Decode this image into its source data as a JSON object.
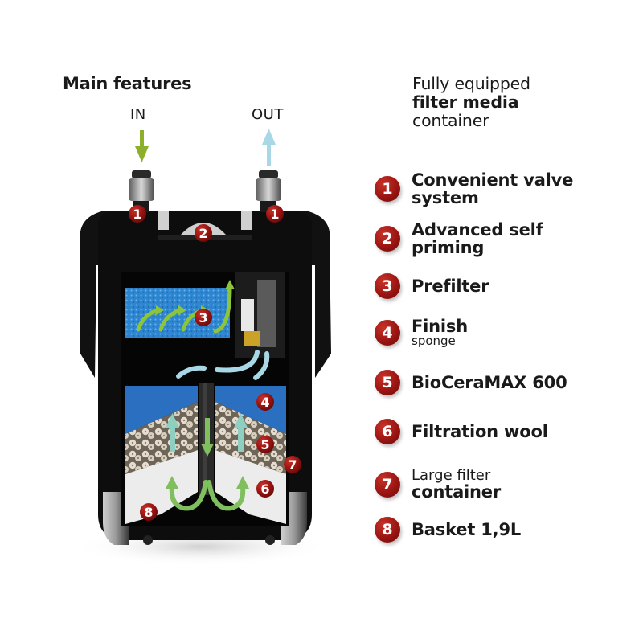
{
  "header": {
    "title": "Main features",
    "flow_in": "IN",
    "flow_out": "OUT"
  },
  "subtitle": {
    "line1": "Fully equipped",
    "line2": "filter media",
    "line3": "container"
  },
  "legend": [
    {
      "number": "1",
      "line1": "Convenient valve",
      "line2": "system"
    },
    {
      "number": "2",
      "line1": "Advanced self",
      "line2": "priming"
    },
    {
      "number": "3",
      "line1": "Prefilter"
    },
    {
      "number": "4",
      "line1": "Finish",
      "line2": "sponge"
    },
    {
      "number": "5",
      "line1": "BioCeraMAX 600"
    },
    {
      "number": "6",
      "line1": "Filtration wool"
    },
    {
      "number": "7",
      "line1": "Large filter",
      "line2": "container"
    },
    {
      "number": "8",
      "line1": "Basket 1,9L"
    }
  ],
  "diagram_markers": [
    "1",
    "1",
    "2",
    "3",
    "4",
    "5",
    "6",
    "7",
    "8"
  ],
  "colors": {
    "badge_red": "#9b1512",
    "arrow_in_green": "#8cb02a",
    "arrow_out_blue": "#a8d8e6",
    "sponge_blue": "#2e7bc4",
    "housing_black": "#0d0d0d"
  }
}
